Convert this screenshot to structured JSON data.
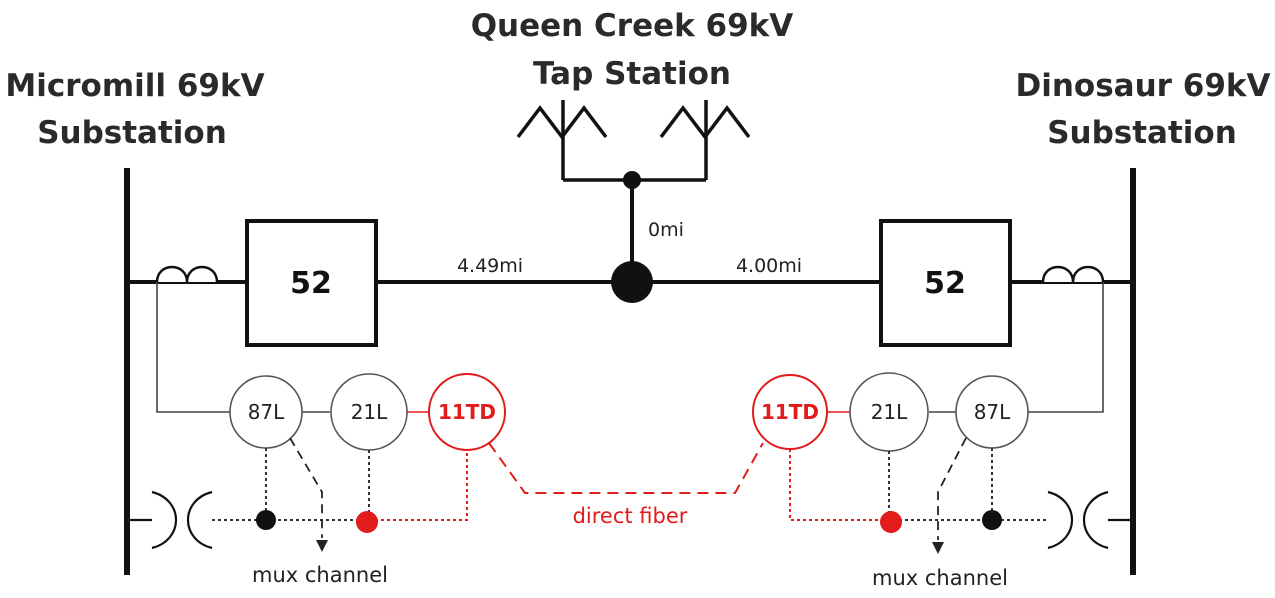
{
  "titles": {
    "left": [
      "Micromill 69kV",
      "Substation"
    ],
    "center": [
      "Queen Creek 69kV",
      "Tap Station"
    ],
    "right": [
      "Dinosaur 69kV",
      "Substation"
    ]
  },
  "distances": {
    "left": "4.49mi",
    "right": "4.00mi",
    "tap": "0mi"
  },
  "breakers": {
    "left": "52",
    "right": "52"
  },
  "relays": {
    "left": [
      "87L",
      "21L",
      "11TD"
    ],
    "right": [
      "11TD",
      "21L",
      "87L"
    ]
  },
  "channels": {
    "left_mux": "mux channel",
    "right_mux": "mux channel",
    "direct": "direct fiber"
  },
  "colors": {
    "line": "#111111",
    "fiber": "#e21b1b",
    "relay_border": "#555555"
  }
}
